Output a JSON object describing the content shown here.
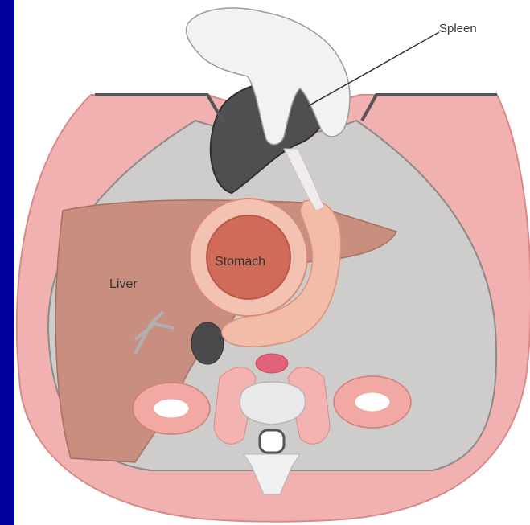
{
  "labels": {
    "spleen": "Spleen",
    "stomach": "Stomach",
    "liver": "Liver"
  },
  "colors": {
    "background_frame": "#00009c",
    "panel": "#ffffff",
    "body_wall": "#f1b1b0",
    "body_wall_stroke": "#d88a88",
    "cavity": "#c9c7c5",
    "liver": "#c88e80",
    "stomach_wall": "#f4c2b2",
    "stomach_lumen": "#cf6b58",
    "pancreas": "#f3bca8",
    "spleen": "#4f4f52",
    "kidney": "#f2a9a3",
    "vertebra": "#e9e9e9",
    "aorta": "#e0637a",
    "hand": "#f2f2f2"
  }
}
